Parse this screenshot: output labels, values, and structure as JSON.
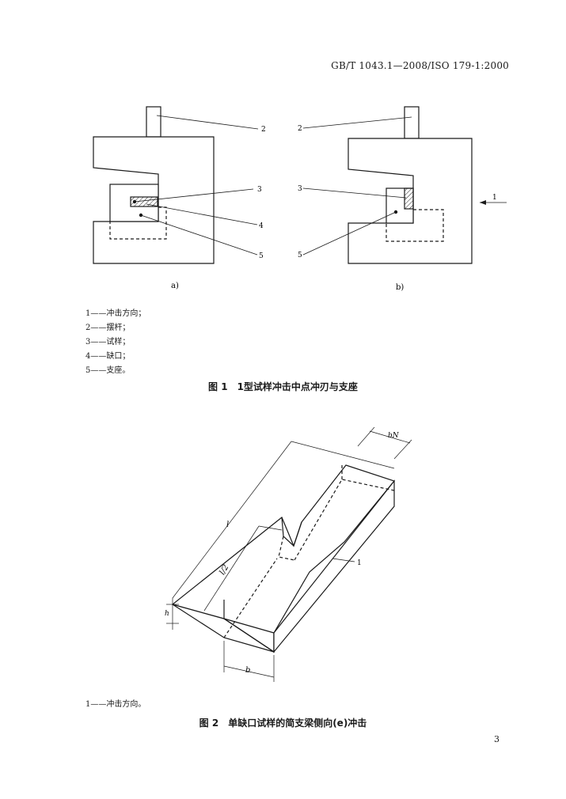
{
  "header": {
    "standard_code": "GB/T 1043.1—2008/ISO 179-1:2000"
  },
  "figure1": {
    "labels": {
      "a_pendulum": "2",
      "a_specimen": "3",
      "a_notch": "4",
      "a_support": "5",
      "b_direction": "1",
      "b_pendulum": "2",
      "b_specimen": "3",
      "b_support": "5"
    },
    "subcaption_a": "a)",
    "subcaption_b": "b)",
    "legend": [
      "1——冲击方向；",
      "2——摆杆；",
      "3——试样；",
      "4——缺口；",
      "5——支座。"
    ],
    "caption": "图 1　1型试样冲击中点冲刃与支座"
  },
  "figure2": {
    "dim_l": "l",
    "dim_l_half": "l/2",
    "dim_h": "h",
    "dim_b": "b",
    "dim_bn": "bN",
    "label_direction": "1",
    "legend": [
      "1——冲击方向。"
    ],
    "caption": "图 2　单缺口试样的简支梁侧向(e)冲击"
  },
  "footer": {
    "page_number": "3"
  }
}
